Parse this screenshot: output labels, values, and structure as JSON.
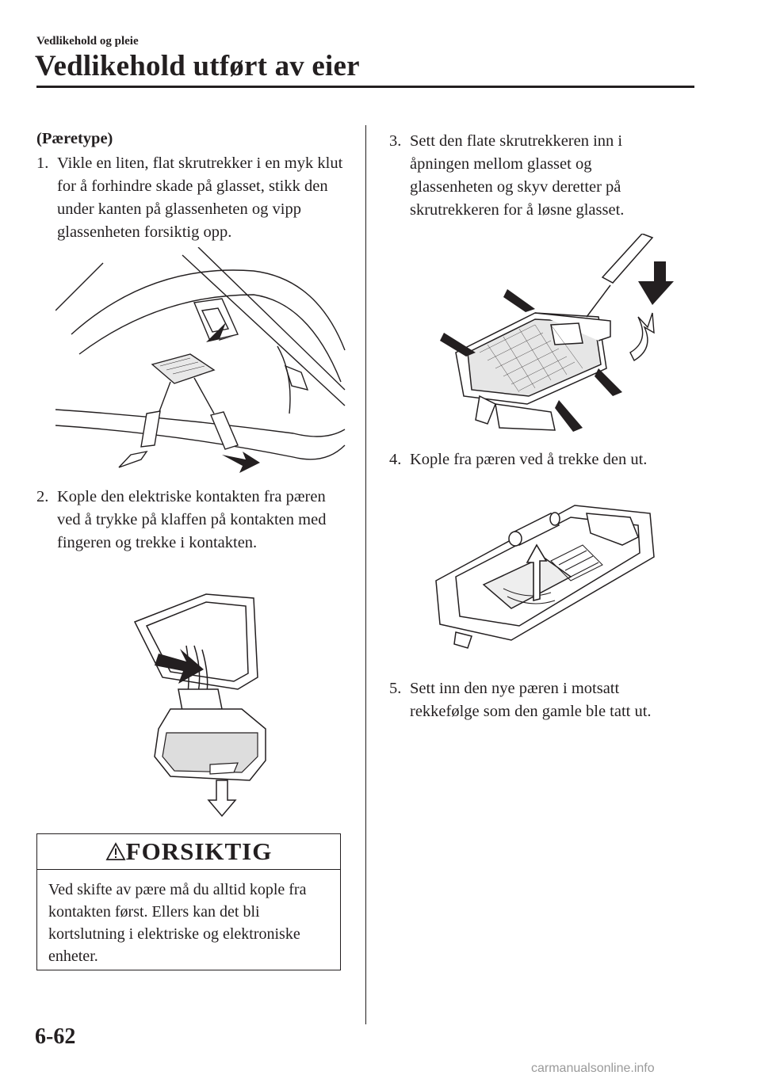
{
  "header": {
    "section": "Vedlikehold og pleie",
    "title": "Vedlikehold utført av eier"
  },
  "left": {
    "subhead": "(Pæretype)",
    "steps": [
      {
        "num": "1.",
        "text": "Vikle en liten, flat skrutrekker i en myk klut for å forhindre skade på glasset, stikk den under kanten på glassenheten og vipp glassenheten forsiktig opp."
      },
      {
        "num": "2.",
        "text": "Kople den elektriske kontakten fra pæren ved å trykke på klaffen på kontakten med fingeren og trekke i kontakten."
      }
    ]
  },
  "caution": {
    "title": "FORSIKTIG",
    "text": "Ved skifte av pære må du alltid kople fra kontakten først. Ellers kan det bli kortslutning i elektriske og elektroniske enheter."
  },
  "right": {
    "steps": [
      {
        "num": "3.",
        "text": "Sett den flate skrutrekkeren inn i åpningen mellom glasset og glassenheten og skyv deretter på skrutrekkeren for å løsne glasset."
      },
      {
        "num": "4.",
        "text": "Kople fra pæren ved å trekke den ut."
      },
      {
        "num": "5.",
        "text": "Sett inn den nye pæren i motsatt rekkefølge som den gamle ble tatt ut."
      }
    ]
  },
  "footer": {
    "page_number": "6-62",
    "watermark": "carmanualsonline.info"
  }
}
